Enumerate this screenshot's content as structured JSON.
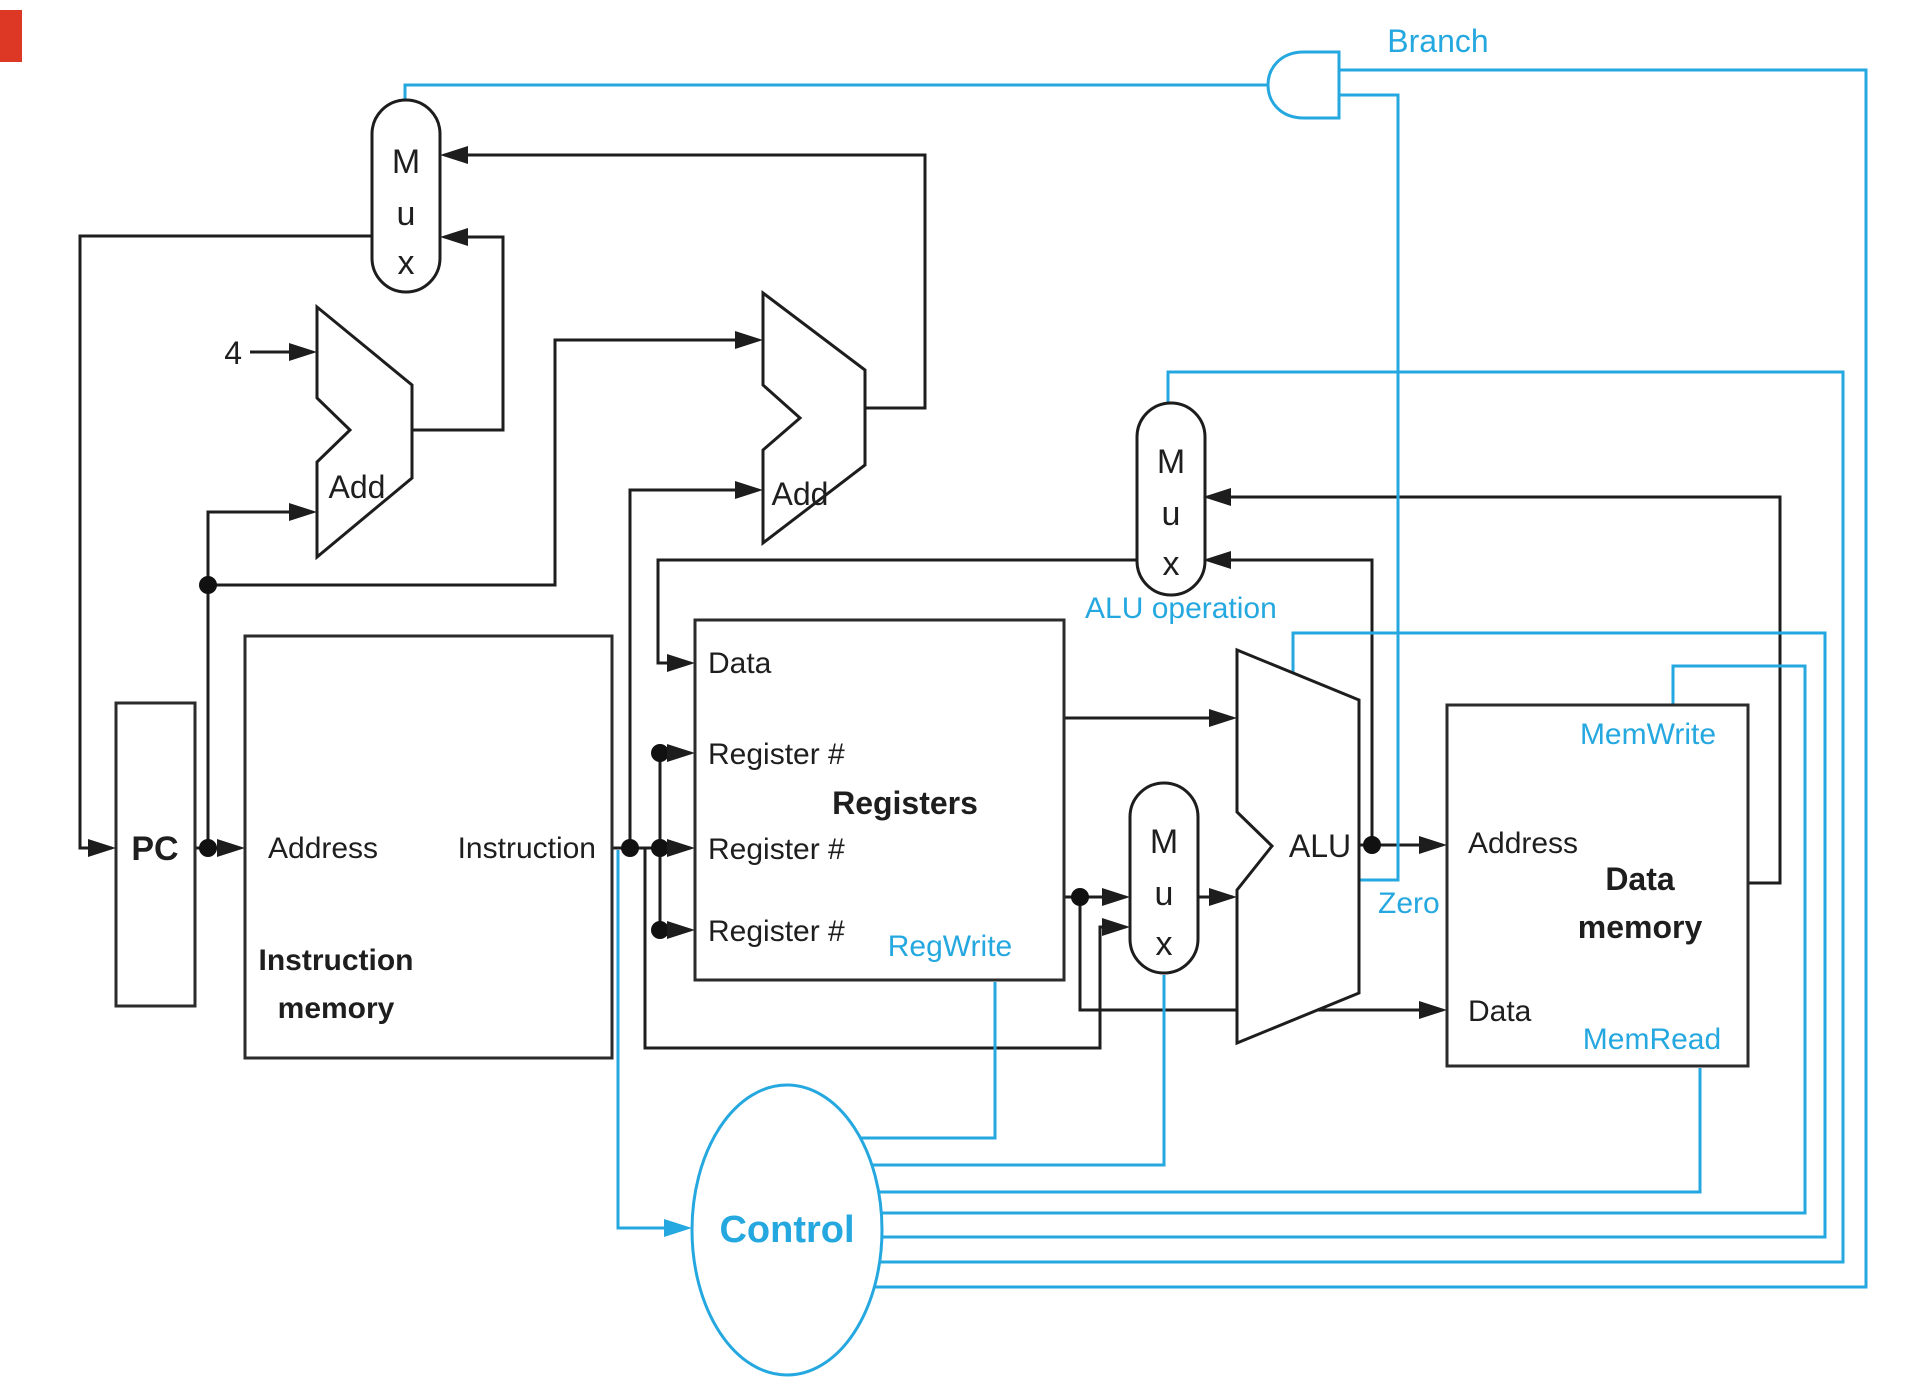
{
  "colors": {
    "control_blue": "#25a8e0",
    "wire_black": "#1d1d1d",
    "background": "#ffffff",
    "corner_artifact_red": "#dd3826"
  },
  "mux_label": [
    "M",
    "u",
    "x"
  ],
  "blocks": {
    "pc": {
      "label": "PC"
    },
    "instruction_memory": {
      "port_address": "Address",
      "port_instruction": "Instruction",
      "title_line1": "Instruction",
      "title_line2": "memory"
    },
    "registers": {
      "title": "Registers",
      "port_data": "Data",
      "port_register1": "Register #",
      "port_register2": "Register #",
      "port_register3": "Register #"
    },
    "adder1": {
      "label": "Add"
    },
    "adder2": {
      "label": "Add"
    },
    "alu": {
      "label": "ALU"
    },
    "data_memory": {
      "title_line1": "Data",
      "title_line2": "memory",
      "port_address": "Address",
      "port_data": "Data"
    },
    "control": {
      "label": "Control"
    }
  },
  "signals": {
    "branch": "Branch",
    "alu_operation": "ALU operation",
    "reg_write": "RegWrite",
    "mem_write": "MemWrite",
    "mem_read": "MemRead",
    "zero": "Zero"
  },
  "constants": {
    "pc_increment": "4"
  }
}
